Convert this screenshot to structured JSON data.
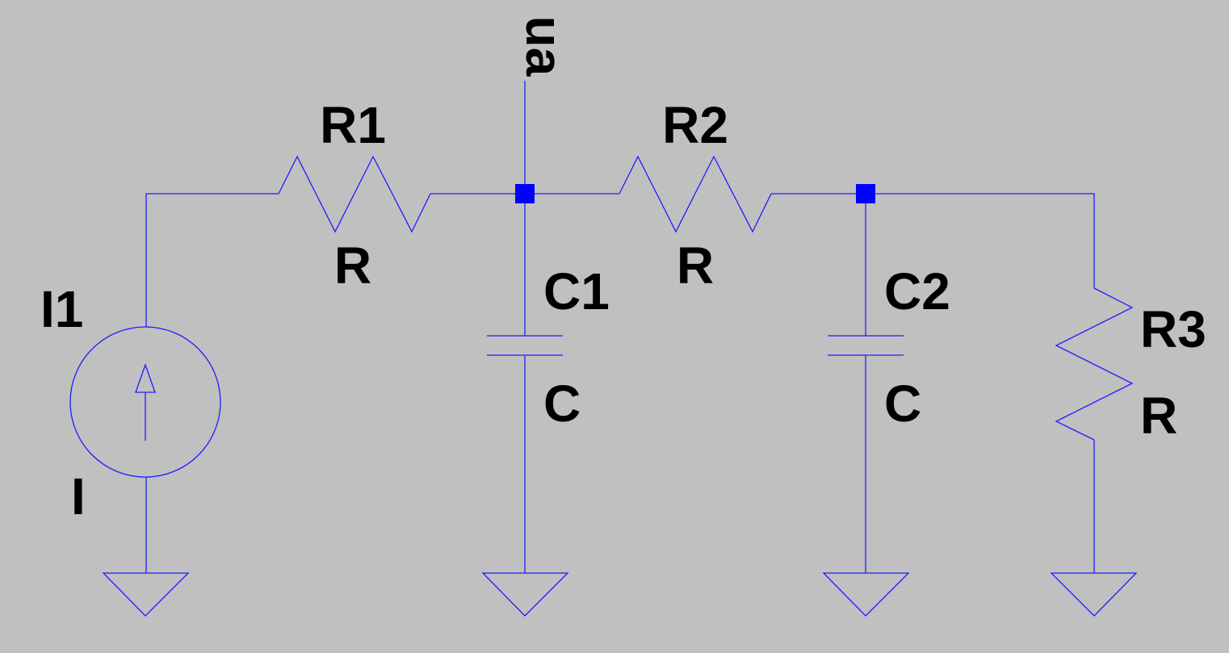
{
  "colors": {
    "background": "#c0c0c0",
    "wire": "#1e1eff",
    "node": "#0000ff",
    "text": "#000000"
  },
  "net_label": "ua",
  "components": {
    "I1": {
      "name": "I1",
      "value": "I",
      "type": "current-source"
    },
    "R1": {
      "name": "R1",
      "value": "R",
      "type": "resistor"
    },
    "R2": {
      "name": "R2",
      "value": "R",
      "type": "resistor"
    },
    "R3": {
      "name": "R3",
      "value": "R",
      "type": "resistor"
    },
    "C1": {
      "name": "C1",
      "value": "C",
      "type": "capacitor"
    },
    "C2": {
      "name": "C2",
      "value": "C",
      "type": "capacitor"
    }
  }
}
